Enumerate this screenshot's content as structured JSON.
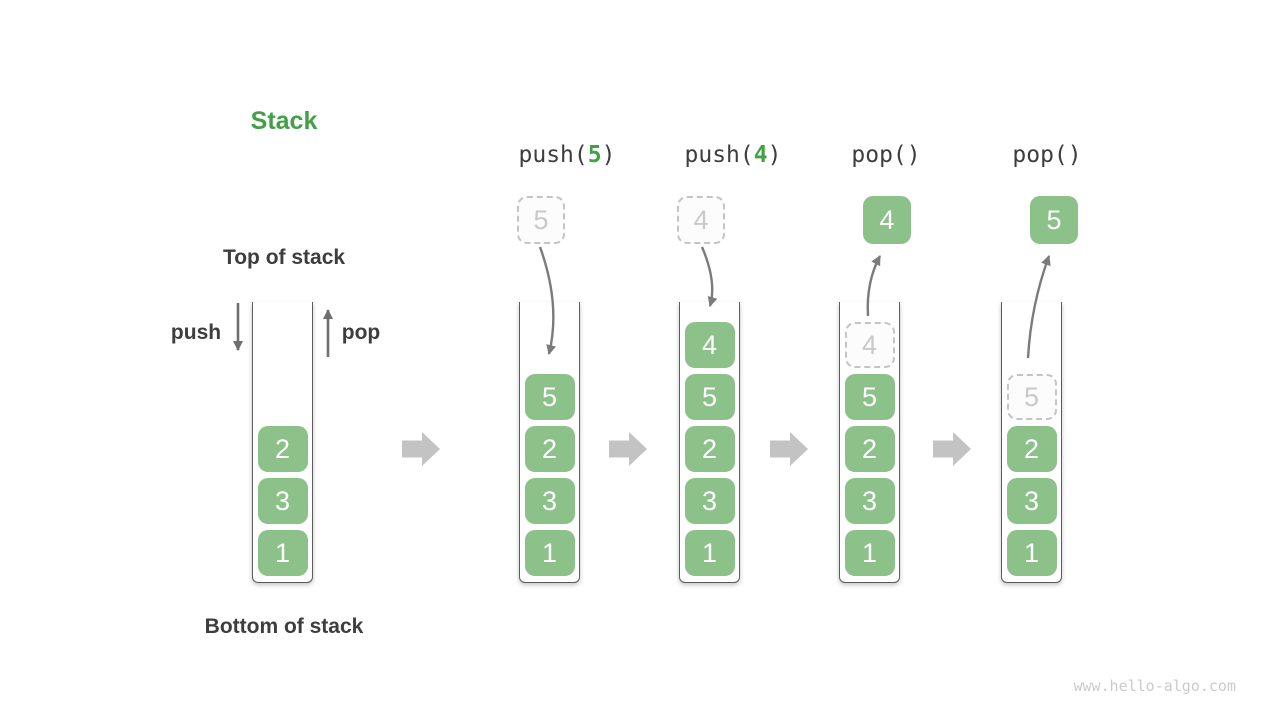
{
  "title": "Stack",
  "labels": {
    "top_of_stack": "Top of stack",
    "bottom_of_stack": "Bottom of stack",
    "push": "push",
    "pop": "pop"
  },
  "operations": [
    {
      "prefix": "push(",
      "arg": "5",
      "suffix": ")"
    },
    {
      "prefix": "push(",
      "arg": "4",
      "suffix": ")"
    },
    {
      "prefix": "pop(",
      "arg": "",
      "suffix": ")"
    },
    {
      "prefix": "pop(",
      "arg": "",
      "suffix": ")"
    }
  ],
  "floating_boxes": [
    {
      "value": "5",
      "style": "ghost"
    },
    {
      "value": "4",
      "style": "ghost"
    },
    {
      "value": "4",
      "style": "solid"
    },
    {
      "value": "5",
      "style": "solid"
    }
  ],
  "stacks": [
    {
      "cells": [
        {
          "value": "2",
          "style": "solid"
        },
        {
          "value": "3",
          "style": "solid"
        },
        {
          "value": "1",
          "style": "solid"
        }
      ]
    },
    {
      "cells": [
        {
          "value": "5",
          "style": "solid"
        },
        {
          "value": "2",
          "style": "solid"
        },
        {
          "value": "3",
          "style": "solid"
        },
        {
          "value": "1",
          "style": "solid"
        }
      ]
    },
    {
      "cells": [
        {
          "value": "4",
          "style": "solid"
        },
        {
          "value": "5",
          "style": "solid"
        },
        {
          "value": "2",
          "style": "solid"
        },
        {
          "value": "3",
          "style": "solid"
        },
        {
          "value": "1",
          "style": "solid"
        }
      ]
    },
    {
      "cells": [
        {
          "value": "4",
          "style": "ghost"
        },
        {
          "value": "5",
          "style": "solid"
        },
        {
          "value": "2",
          "style": "solid"
        },
        {
          "value": "3",
          "style": "solid"
        },
        {
          "value": "1",
          "style": "solid"
        }
      ]
    },
    {
      "cells": [
        {
          "value": "5",
          "style": "ghost"
        },
        {
          "value": "2",
          "style": "solid"
        },
        {
          "value": "3",
          "style": "solid"
        },
        {
          "value": "1",
          "style": "solid"
        }
      ]
    }
  ],
  "watermark": "www.hello-algo.com",
  "colors": {
    "title_green": "#43A047",
    "block_green": "#8CC18A",
    "label_dark": "#3d3d3d",
    "ghost_border": "#c4c4c4",
    "ghost_text": "#c9c9c9",
    "thin_arrow_gray": "#7b7b7b",
    "block_arrow_gray": "#c3c3c3",
    "container_wall": "#595b5d",
    "watermark_gray": "#cbcbcb"
  }
}
